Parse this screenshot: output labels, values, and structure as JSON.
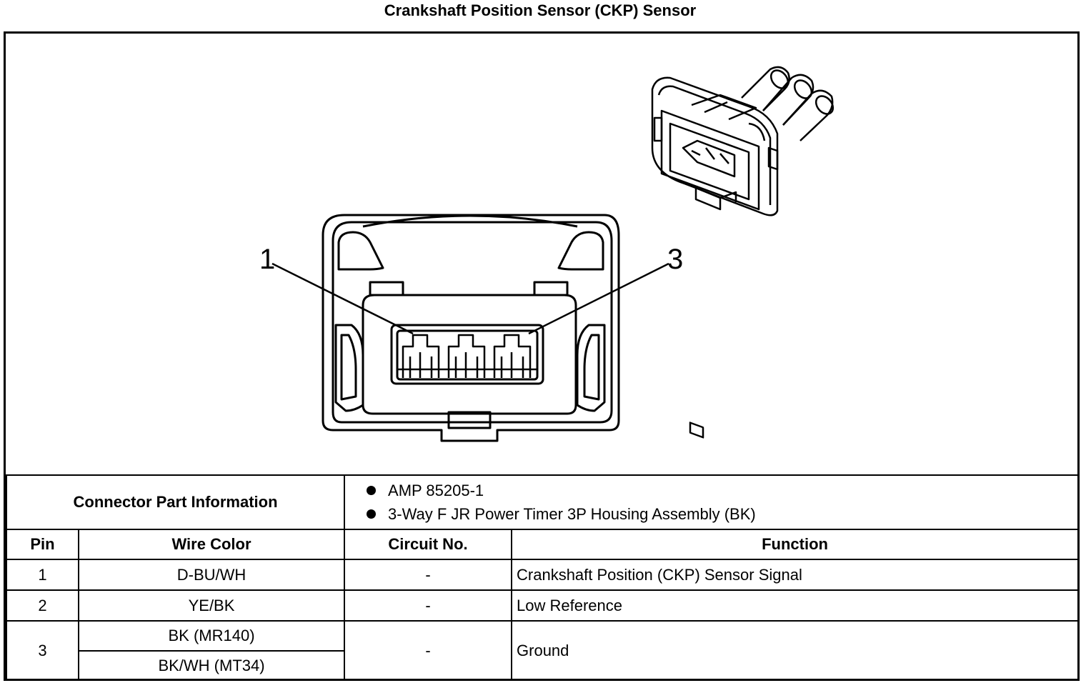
{
  "title": "Crankshaft Position Sensor (CKP) Sensor",
  "figure": {
    "pin_labels": [
      "1",
      "3"
    ]
  },
  "connector_info": {
    "label": "Connector Part Information",
    "items": [
      "AMP 85205-1",
      "3-Way F JR Power Timer 3P Housing Assembly (BK)"
    ]
  },
  "table": {
    "headers": [
      "Pin",
      "Wire Color",
      "Circuit No.",
      "Function"
    ],
    "rows": [
      {
        "pin": "1",
        "wire_color": "D-BU/WH",
        "circuit": "-",
        "function": "Crankshaft Position (CKP) Sensor Signal"
      },
      {
        "pin": "2",
        "wire_color": "YE/BK",
        "circuit": "-",
        "function": "Low Reference"
      },
      {
        "pin": "3",
        "wire_colors": [
          "BK (MR140)",
          "BK/WH (MT34)"
        ],
        "circuit": "-",
        "function": "Ground"
      }
    ]
  }
}
